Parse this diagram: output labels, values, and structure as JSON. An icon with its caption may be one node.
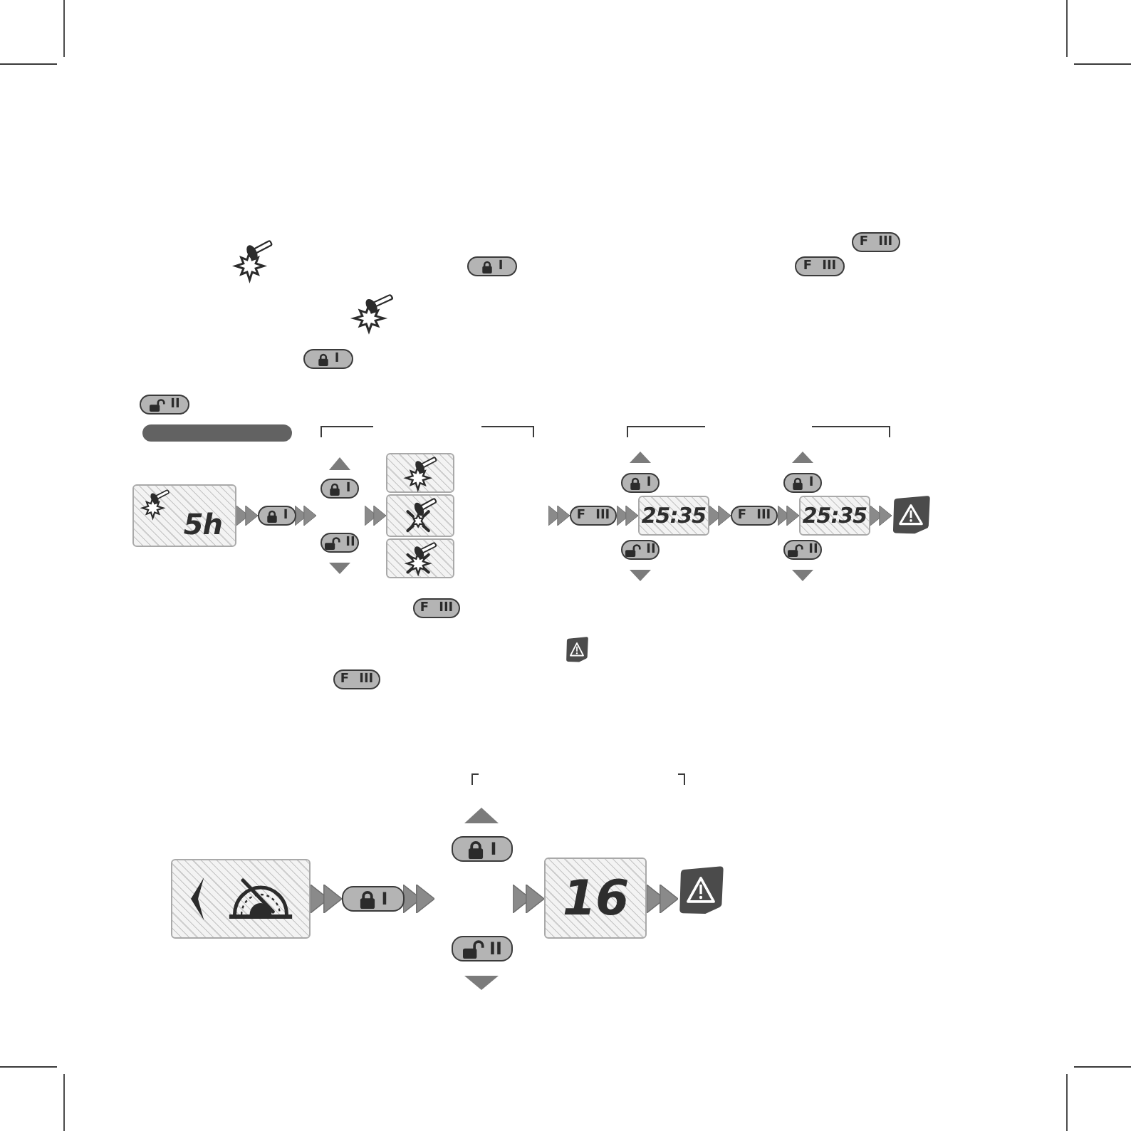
{
  "diagram": {
    "nodes": [
      {
        "text": [
          "F III"
        ]
      },
      {
        "text": [
          "I"
        ]
      },
      {
        "text": [
          "F III"
        ]
      },
      {
        "text": [
          "I"
        ]
      },
      {
        "text": [
          "II"
        ]
      },
      {
        "text": [
          "5h"
        ]
      },
      {
        "text": [
          "I"
        ]
      },
      {
        "text": [
          "I"
        ]
      },
      {
        "text": [
          "II"
        ]
      },
      {
        "text": [],
        "shape": "box"
      },
      {
        "text": [],
        "shape": "box"
      },
      {
        "text": [],
        "shape": "box"
      },
      {
        "text": [
          "F III"
        ]
      },
      {
        "text": [
          "I"
        ]
      },
      {
        "text": [
          "II"
        ]
      },
      {
        "text": [
          "25:35"
        ]
      },
      {
        "text": [
          "F III"
        ]
      },
      {
        "text": [
          "I"
        ]
      },
      {
        "text": [
          "II"
        ]
      },
      {
        "text": [
          "25:35"
        ]
      },
      {
        "text": [],
        "shape": "picture"
      },
      {
        "text": [
          "F III"
        ]
      },
      {
        "text": [
          "F III"
        ]
      },
      {
        "text": [],
        "shape": "box"
      },
      {
        "text": [
          "I"
        ]
      },
      {
        "text": [
          "I"
        ]
      },
      {
        "text": [
          "II"
        ]
      },
      {
        "text": [
          "16"
        ]
      },
      {
        "text": [],
        "shape": "picture"
      }
    ],
    "edges": [
      {
        "from": 5,
        "to": 6,
        "arrow": "to"
      },
      {
        "from": 6,
        "to": null,
        "arrow": "to"
      },
      {
        "from": null,
        "to": 10,
        "arrow": "to"
      },
      {
        "from": null,
        "to": 12,
        "arrow": "to"
      },
      {
        "from": 12,
        "to": 15,
        "arrow": "to"
      },
      {
        "from": 15,
        "to": 16,
        "arrow": "to"
      },
      {
        "from": 16,
        "to": 19,
        "arrow": "to"
      },
      {
        "from": 19,
        "to": 20,
        "arrow": "to"
      },
      {
        "from": 23,
        "to": 24,
        "arrow": "to"
      },
      {
        "from": 24,
        "to": null,
        "arrow": "to"
      },
      {
        "from": null,
        "to": 27,
        "arrow": "to"
      },
      {
        "from": 27,
        "to": 28,
        "arrow": "to"
      }
    ]
  }
}
